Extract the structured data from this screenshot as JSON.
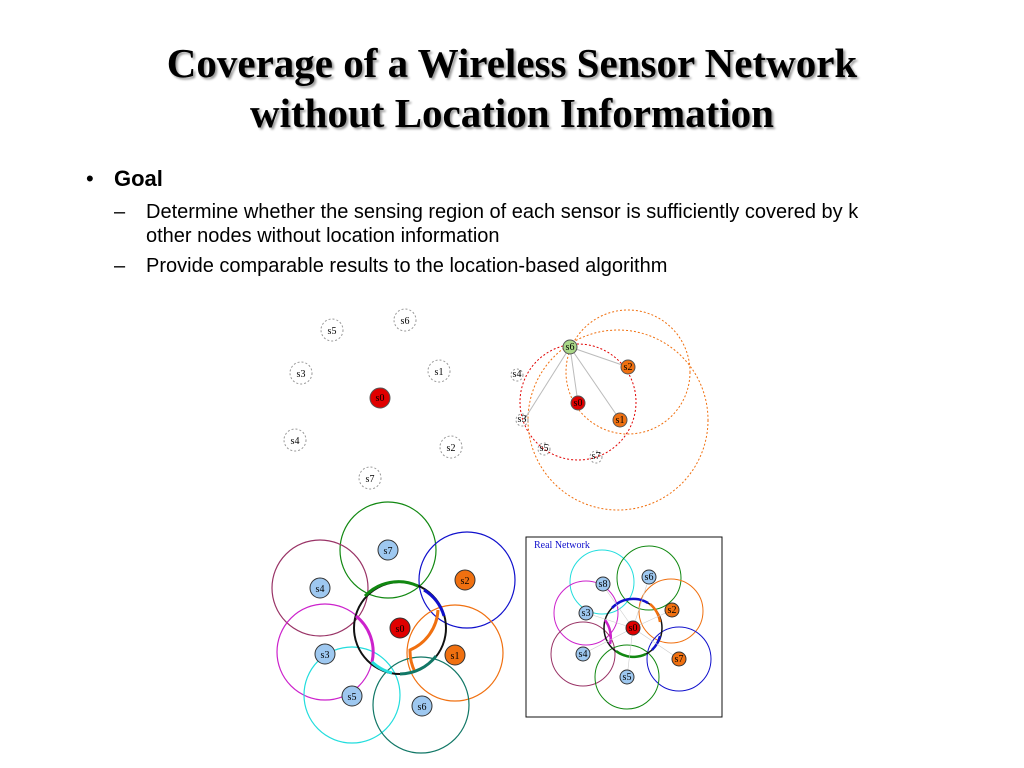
{
  "slide": {
    "title_line1": "Coverage of a Wireless Sensor Network",
    "title_line2": "without Location Information",
    "bullet": "Goal",
    "subbullets": [
      "Determine whether the sensing region of each sensor is sufficiently covered by k other nodes without location information",
      "Provide comparable results to the location-based algorithm"
    ]
  },
  "diagrams": {
    "panel1": {
      "center_label": "s0",
      "nodes": [
        {
          "label": "s5"
        },
        {
          "label": "s6"
        },
        {
          "label": "s3"
        },
        {
          "label": "s1"
        },
        {
          "label": "s4"
        },
        {
          "label": "s2"
        },
        {
          "label": "s7"
        }
      ]
    },
    "panel2": {
      "nodes": [
        "s6",
        "s4",
        "s3",
        "s5",
        "s2",
        "s0",
        "s1",
        "s7"
      ]
    },
    "panel3": {
      "center_label": "s0",
      "nodes": [
        {
          "label": "s7"
        },
        {
          "label": "s4"
        },
        {
          "label": "s2"
        },
        {
          "label": "s3"
        },
        {
          "label": "s1"
        },
        {
          "label": "s5"
        },
        {
          "label": "s6"
        }
      ]
    },
    "panel4": {
      "caption": "Real Network",
      "center_label": "s0",
      "nodes": [
        "s8",
        "s6",
        "s3",
        "s2",
        "s4",
        "s7",
        "s5"
      ]
    }
  },
  "colors": {
    "node_red": "#e00000",
    "node_orange": "#f07010",
    "node_blue": "#9ec8f0",
    "ring_green": "#118811",
    "ring_blue": "#1010cc",
    "ring_orange": "#f07010",
    "ring_magenta": "#cc22cc",
    "ring_cyan": "#22dddd",
    "ring_maroon": "#993366",
    "ring_teal": "#117766"
  }
}
